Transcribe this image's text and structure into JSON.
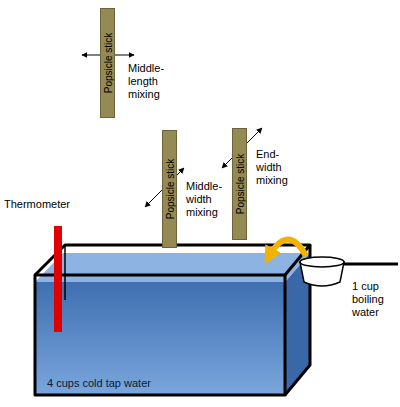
{
  "diagram": {
    "nodes": [
      {
        "text": [
          "Popsicle stick"
        ]
      },
      {
        "text": [
          "Popsicle stick"
        ]
      },
      {
        "text": [
          "Popsicle stick"
        ]
      },
      {
        "text": [
          "4 cups cold tap water"
        ]
      }
    ],
    "labels": [
      "Middle-length mixing",
      "Middle-width mixing",
      "End-width mixing",
      "Thermometer",
      "1 cup boiling water"
    ]
  }
}
